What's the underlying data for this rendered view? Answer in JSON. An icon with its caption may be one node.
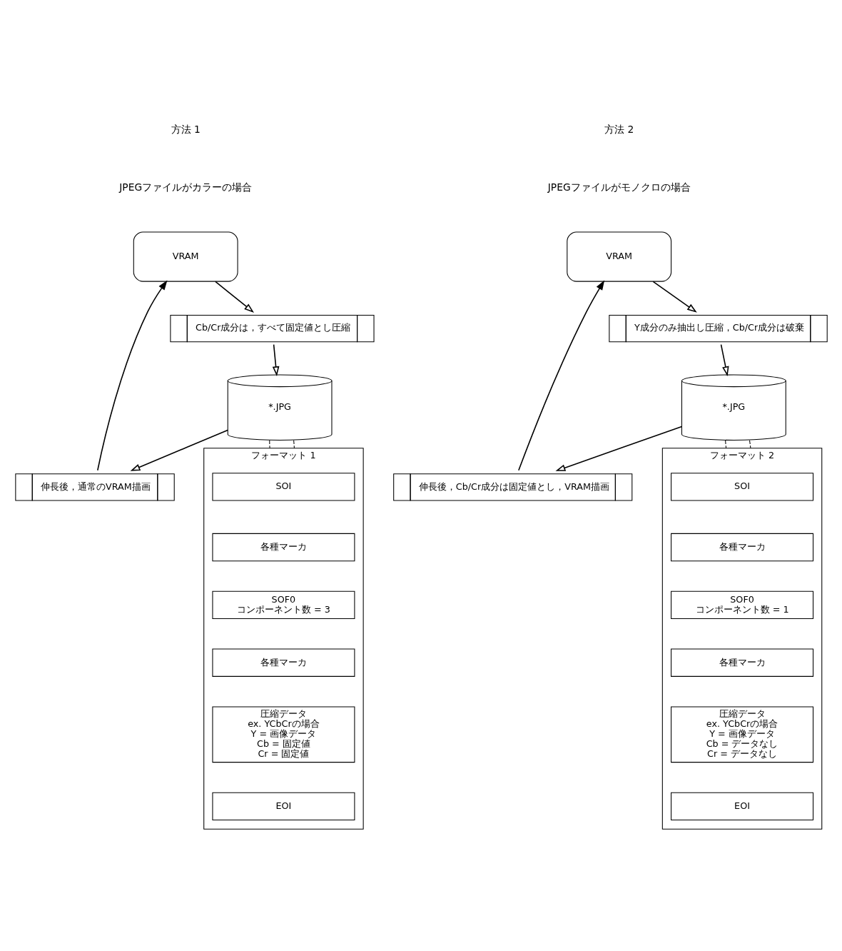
{
  "diagram": {
    "nodes": [
      {
        "text": [
          "VRAM"
        ]
      },
      {
        "text": [
          "Cb/Cr成分は，すべて固定値とし圧縮"
        ]
      },
      {
        "text": [
          "伸長後，通常のVRAM描画"
        ]
      },
      {
        "text": [
          "*.JPG"
        ]
      },
      {
        "text": [
          "フォーマット 1"
        ]
      },
      {
        "text": [
          "SOI"
        ],
        "in": 4
      },
      {
        "text": [
          "各種マーカ"
        ],
        "in": 4
      },
      {
        "text": [
          "SOF0",
          "コンポーネント数 = 3"
        ],
        "in": 4
      },
      {
        "text": [
          "各種マーカ"
        ],
        "in": 4
      },
      {
        "text": [
          "圧縮データ",
          "ex. YCbCrの場合",
          "Y = 画像データ",
          "Cb = 固定値",
          "Cr = 固定値"
        ],
        "in": 4
      },
      {
        "text": [
          "EOI"
        ],
        "in": 4
      },
      {
        "text": [
          "VRAM"
        ]
      },
      {
        "text": [
          "Y成分のみ抽出し圧縮，Cb/Cr成分は破棄"
        ]
      },
      {
        "text": [
          "伸長後，Cb/Cr成分は固定値とし，VRAM描画"
        ]
      },
      {
        "text": [
          "*.JPG"
        ]
      },
      {
        "text": [
          "フォーマット 2"
        ]
      },
      {
        "text": [
          "SOI"
        ],
        "in": 15
      },
      {
        "text": [
          "各種マーカ"
        ],
        "in": 15
      },
      {
        "text": [
          "SOF0",
          "コンポーネント数 = 1"
        ],
        "in": 15
      },
      {
        "text": [
          "各種マーカ"
        ],
        "in": 15
      },
      {
        "text": [
          "圧縮データ",
          "ex. YCbCrの場合",
          "Y = 画像データ",
          "Cb = データなし",
          "Cr = データなし"
        ],
        "in": 15
      },
      {
        "text": [
          "EOI"
        ],
        "in": 15
      }
    ],
    "edges": [
      {
        "from": 0,
        "to": 1,
        "arrow": "to"
      },
      {
        "from": 1,
        "to": 3,
        "arrow": "to"
      },
      {
        "from": 3,
        "to": 2,
        "arrow": "to"
      },
      {
        "from": 2,
        "to": 0,
        "arrow": "to"
      },
      {
        "from": 3,
        "to": 4,
        "arrow": "none",
        "style": "dashed"
      },
      {
        "from": 3,
        "to": 4,
        "arrow": "none",
        "style": "dashed"
      },
      {
        "from": 11,
        "to": 12,
        "arrow": "to"
      },
      {
        "from": 12,
        "to": 14,
        "arrow": "to"
      },
      {
        "from": 14,
        "to": 13,
        "arrow": "to"
      },
      {
        "from": 13,
        "to": 11,
        "arrow": "to"
      },
      {
        "from": 14,
        "to": 15,
        "arrow": "none",
        "style": "dashed"
      },
      {
        "from": 14,
        "to": 15,
        "arrow": "none",
        "style": "dashed"
      }
    ],
    "labels": [
      "方法 1",
      "JPEGファイルがカラーの場合",
      "方法 2",
      "JPEGファイルがモノクロの場合"
    ]
  }
}
